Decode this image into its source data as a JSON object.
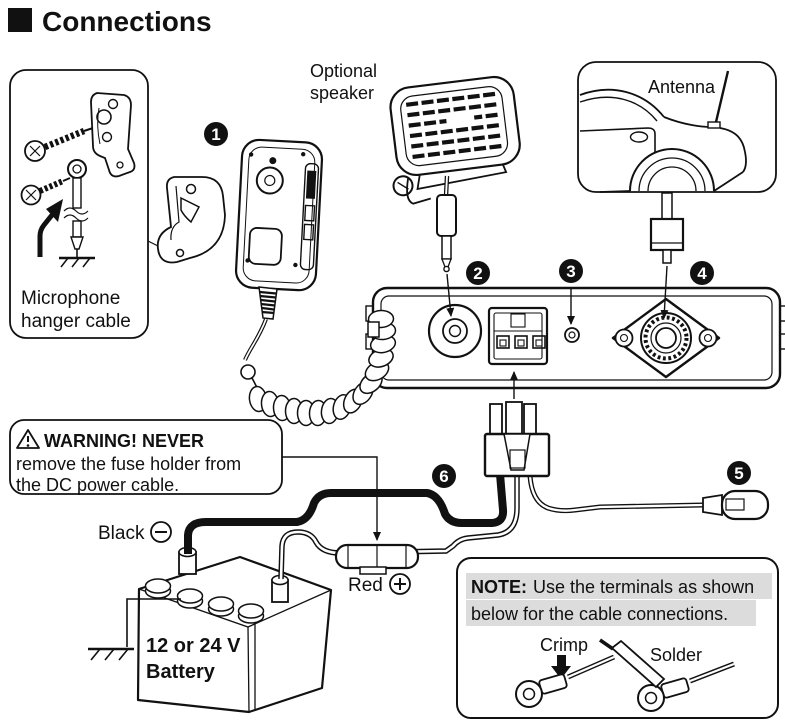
{
  "page": {
    "title": "Connections"
  },
  "labels": {
    "optional_speaker_line1": "Optional",
    "optional_speaker_line2": "speaker",
    "antenna": "Antenna",
    "mic_hanger_line1": "Microphone",
    "mic_hanger_line2": "hanger cable",
    "black_wire": "Black",
    "red_wire": "Red",
    "battery_line1": "12 or 24 V",
    "battery_line2": "Battery"
  },
  "warning_box": {
    "heading": "WARNING! NEVER",
    "line2": "remove the fuse holder from",
    "line3": "the DC power cable."
  },
  "note_box": {
    "heading": "NOTE:",
    "line1_rest": "Use the terminals as shown",
    "line2": "below for the cable connections.",
    "crimp": "Crimp",
    "solder": "Solder"
  },
  "callouts": {
    "c1": "1",
    "c2": "2",
    "c3": "3",
    "c4": "4",
    "c5": "5",
    "c6": "6"
  },
  "colors": {
    "ink": "#111111",
    "note_highlight": "#dcdcdc"
  }
}
